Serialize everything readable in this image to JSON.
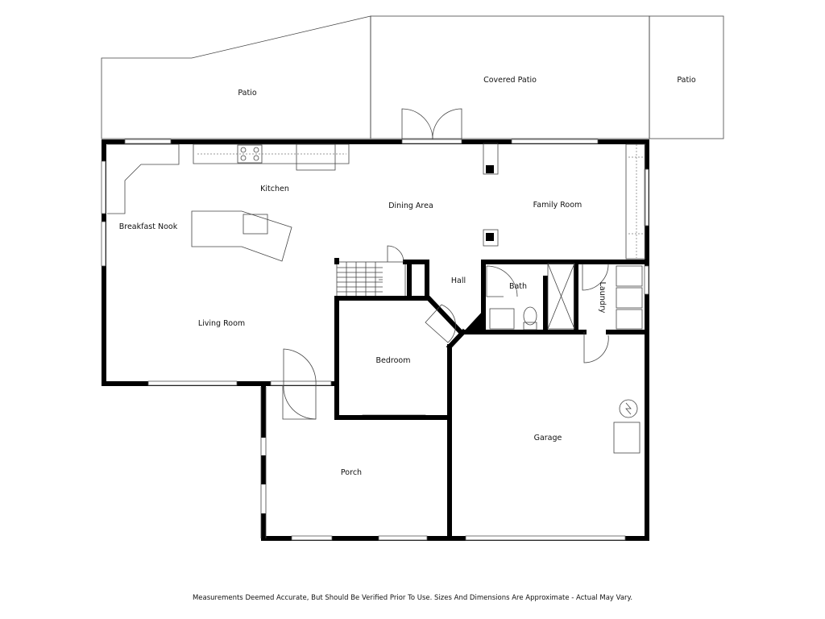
{
  "rooms": {
    "patio_left": "Patio",
    "covered_patio": "Covered Patio",
    "patio_right": "Patio",
    "kitchen": "Kitchen",
    "breakfast_nook": "Breakfast Nook",
    "dining_area": "Dining Area",
    "family_room": "Family Room",
    "hall": "Hall",
    "bath": "Bath",
    "laundry": "Laundry",
    "living_room": "Living Room",
    "bedroom": "Bedroom",
    "garage": "Garage",
    "porch": "Porch"
  },
  "footer": {
    "disclaimer": "Measurements Deemed Accurate, But Should Be Verified Prior To Use. Sizes And Dimensions Are Approximate - Actual May Vary."
  },
  "colors": {
    "wall": "#000000",
    "line": "#444444",
    "background": "#ffffff"
  }
}
